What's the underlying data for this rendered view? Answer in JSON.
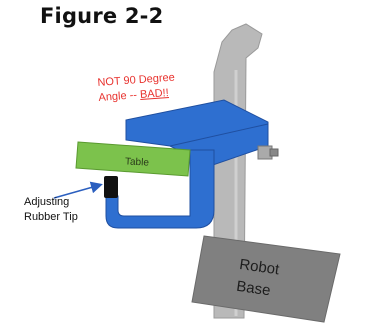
{
  "figure": {
    "title": "Figure 2-2"
  },
  "callout": {
    "line1": "NOT 90 Degree",
    "line2_prefix": "Angle -- ",
    "line2_emph": "BAD!!"
  },
  "labels": {
    "table": "Table",
    "adjusting_line1": "Adjusting",
    "adjusting_line2": "Rubber Tip",
    "base_line1": "Robot",
    "base_line2": "Base"
  },
  "colors": {
    "robot_arm": "#b9b9b9",
    "clamp": "#2e6fd0",
    "table": "#7cc24c",
    "rubber_tip": "#111111",
    "base": "#808080",
    "warning_text": "#e8322e",
    "arrow": "#2b5fbf"
  }
}
